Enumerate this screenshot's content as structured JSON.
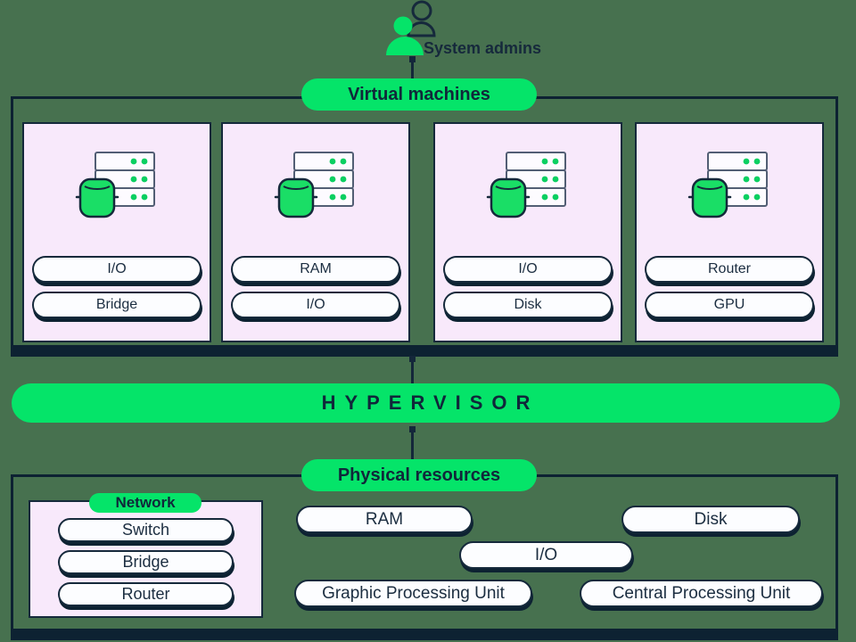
{
  "colors": {
    "background_green": "#47714f",
    "accent_green": "#05e469",
    "navy": "#0d2232",
    "card_pink": "#f8e9fb",
    "pill_white": "#fcfdff"
  },
  "admins": {
    "label": "System admins",
    "icon": "two-users-icon"
  },
  "vm": {
    "title": "Virtual machines",
    "machines": [
      {
        "icon": "server-icon",
        "resources": [
          "I/O",
          "Bridge"
        ]
      },
      {
        "icon": "server-icon",
        "resources": [
          "RAM",
          "I/O"
        ]
      },
      {
        "icon": "server-icon",
        "resources": [
          "I/O",
          "Disk"
        ]
      },
      {
        "icon": "server-icon",
        "resources": [
          "Router",
          "GPU"
        ]
      }
    ]
  },
  "hypervisor": {
    "label": "HYPERVISOR"
  },
  "physical": {
    "title": "Physical resources",
    "network": {
      "title": "Network",
      "items": [
        "Switch",
        "Bridge",
        "Router"
      ]
    },
    "ram": "RAM",
    "disk": "Disk",
    "io": "I/O",
    "gpu": "Graphic Processing Unit",
    "cpu": "Central Processing Unit"
  }
}
